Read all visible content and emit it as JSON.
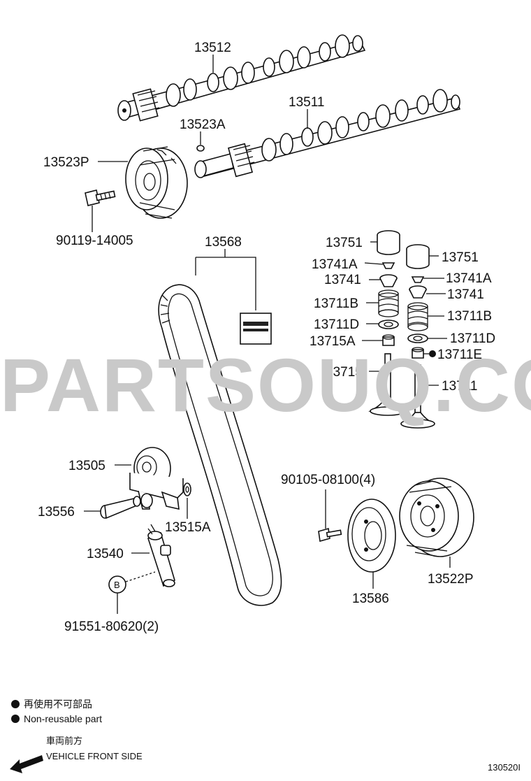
{
  "diagram": {
    "part_labels": {
      "camshaft_exhaust": "13512",
      "camshaft_intake": "13511",
      "cam_pin": "13523A",
      "cam_pulley": "13523P",
      "pulley_bolt": "90119-14005",
      "timing_belt": "13568",
      "lifter_left": "13751",
      "lifter_right": "13751",
      "keeper_left": "13741A",
      "keeper_right": "13741A",
      "retainer_left": "13741",
      "retainer_right": "13741",
      "spring_left": "13711B",
      "spring_right": "13711B",
      "spring_seat_left": "13711D",
      "spring_seat_right": "13711D",
      "stem_seal_left": "13715A",
      "stem_seal_right": "13711E",
      "valve_exhaust": "13715",
      "valve_intake": "13711",
      "idler_pulley": "13505",
      "idler_bolt": "13556",
      "idler_spacer": "13515A",
      "tensioner": "13540",
      "tensioner_bolt": "91551-80620(2)",
      "tensioner_marker": "B",
      "crank_bolt": "90105-08100(4)",
      "crank_pulley": "13586",
      "crank_timing_pulley": "13522P"
    },
    "watermark": "PARTSOUQ.COM",
    "legend": {
      "japanese": "再使用不可部品",
      "english": "Non-reusable part"
    },
    "direction": {
      "japanese": "車両前方",
      "english": "VEHICLE FRONT SIDE"
    },
    "figure_code": "130520I"
  }
}
